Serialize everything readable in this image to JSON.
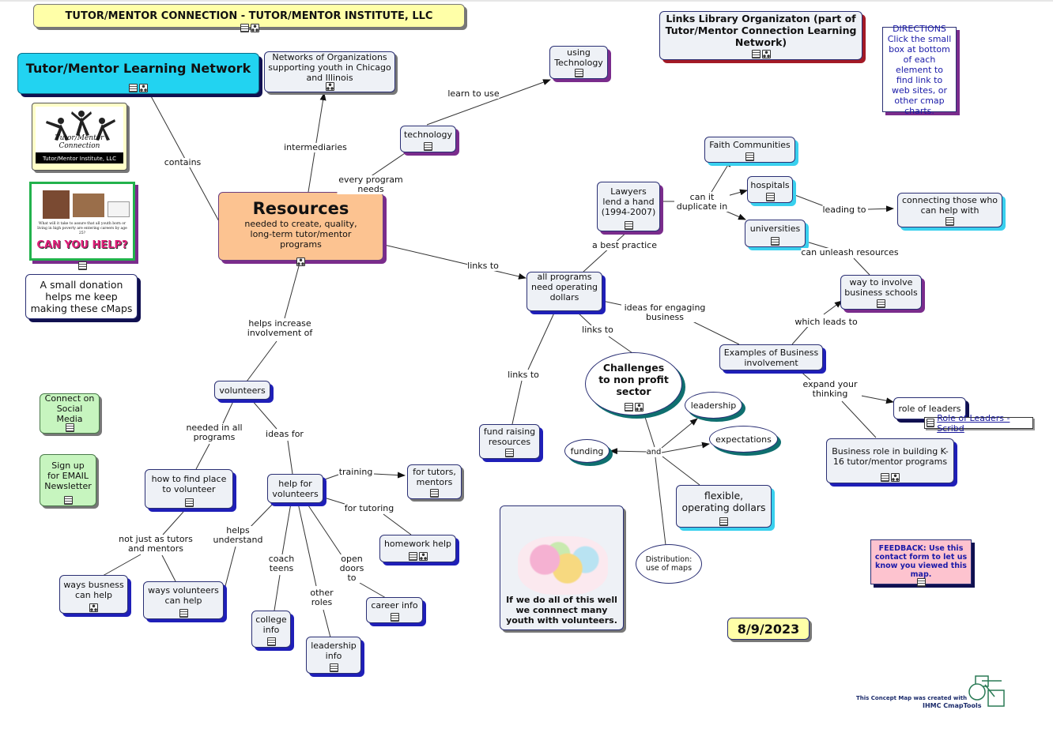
{
  "header": {
    "title": "TUTOR/MENTOR CONNECTION - TUTOR/MENTOR INSTITUTE, LLC"
  },
  "nodes": {
    "learning_network": "Tutor/Mentor Learning Network",
    "networks_orgs": "Networks of Organizations supporting youth in Chicago and Illinois",
    "using_technology": "using Technology",
    "technology": "technology",
    "links_library": "Links Library Organizaton (part of Tutor/Mentor Connection Learning Network)",
    "directions": "DIRECTIONS Click the small box at bottom of each element to find link to web sites, or other cmap charts.",
    "resources_title": "Resources",
    "resources_sub": "needed to create, quality, long-term tutor/mentor programs",
    "donation": "A small donation helps me keep making these cMaps",
    "faith": "Faith Communities",
    "hospitals": "hospitals",
    "universities": "universities",
    "lawyers": "Lawyers lend a hand (1994-2007)",
    "connecting": "connecting those who can help with",
    "business_schools": "way to involve business schools",
    "operating_dollars": "all programs need operating dollars",
    "examples_business": "Examples of Business involvement",
    "challenges": "Challenges to non profit sector",
    "leadership": "leadership",
    "expectations": "expectations",
    "funding": "funding",
    "flexible": "flexible, operating dollars",
    "distribution": "Distribution: use of maps",
    "role_leaders": "role of leaders",
    "role_leaders_link": "Role of Leaders - Scribd",
    "business_role": "Business role in building K-16 tutor/mentor programs",
    "fund_raising": "fund raising resources",
    "social_media": "Connect on Social Media",
    "email_newsletter": "Sign up for EMAIL Newsletter",
    "volunteers": "volunteers",
    "how_to_find": "how to find place to volunteer",
    "help_volunteers": "help for volunteers",
    "tutors_mentors": "for tutors, mentors",
    "homework_help": "homework help",
    "career_info": "career info",
    "college_info": "college info",
    "leadership_info": "leadership info",
    "ways_business": "ways busness can help",
    "ways_volunteers": "ways volunteers can help",
    "if_we_do": "If we do all of this well we connnect many youth with volunteers.",
    "feedback": "FEEDBACK: Use this contact form to let us know you viewed this map.",
    "date": "8/9/2023"
  },
  "logo": {
    "line1": "Tutor/Mentor",
    "line2": "Connection",
    "caption": "Tutor/Mentor Institute, LLC"
  },
  "poster": {
    "question": "What will it take to assure that all youth born or living in high poverty are entering careers by age 25?",
    "headline": "CAN YOU HELP?"
  },
  "links": {
    "contains": "contains",
    "intermediaries": "intermediaries",
    "every_program_needs": "every program needs",
    "learn_to_use": "learn to use",
    "links_to_1": "links to",
    "a_best_practice": "a best practice",
    "can_it_duplicate": "can it duplicate in",
    "leading_to": "leading to",
    "can_unleash": "can unleash resources",
    "which_leads_to": "which leads to",
    "ideas_engaging": "ideas for engaging business",
    "links_to_2": "links to",
    "links_to_3": "links to",
    "and": "and",
    "expand_thinking": "expand your thinking",
    "helps_increase": "helps increase involvement of",
    "needed_in": "needed in all programs",
    "ideas_for": "ideas for",
    "training": "training",
    "for_tutoring": "for tutoring",
    "helps_understand": "helps understand",
    "coach_teens": "coach teens",
    "other_roles": "other roles",
    "open_doors": "open doors to",
    "not_just": "not just as tutors and mentors"
  },
  "footer": {
    "created_with": "This Concept Map was created with",
    "tool": "IHMC CmapTools"
  },
  "colors": {
    "header_bg": "#ffffa8",
    "learning_network_bg": "#22d3f1",
    "resources_bg": "#fcc391",
    "green_box_bg": "#c7f5bf",
    "feedback_bg": "#fdc3cf",
    "line": "#333333"
  }
}
